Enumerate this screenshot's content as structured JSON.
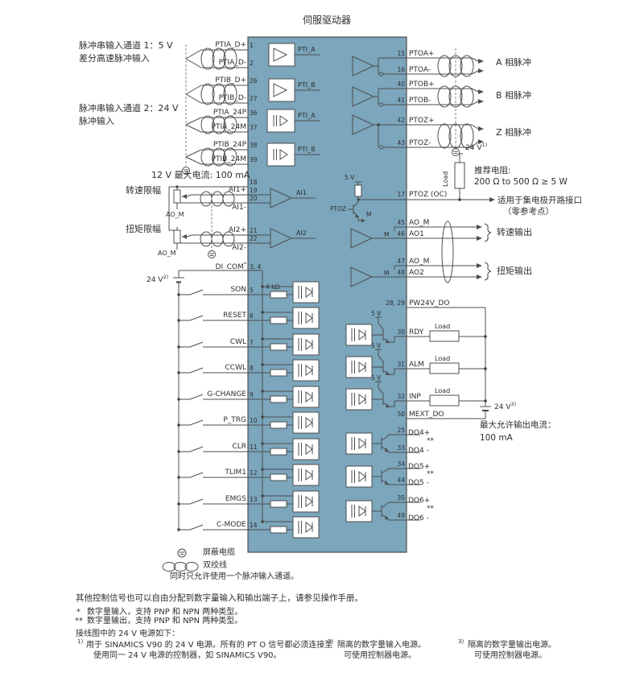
{
  "title": "伺服驱动器",
  "colors": {
    "block": "#7ba6bc",
    "line": "#4e4e4e"
  },
  "misc": {
    "v5": "5 V",
    "load": "Load",
    "m": "M",
    "double_star": "**",
    "res4k": "4 kΩ",
    "pin18": "18"
  },
  "left": {
    "ch1a": "脉冲串输入通道 1：5 V",
    "ch1b": "差分高速脉冲输入",
    "ch2a": "脉冲串输入通道 2：24 V",
    "ch2b": "脉冲输入",
    "i12v": "12 V 最大电流: 100 mA",
    "speed": "转速限幅",
    "torque": "扭矩限幅",
    "aom": "AO_M",
    "v24": "24 V",
    "v24sup": "2)"
  },
  "pulse_in": [
    {
      "label": "PTIA_D+",
      "pin": "1"
    },
    {
      "label": "PTIA_D-",
      "pin": "2"
    },
    {
      "label": "PTIB_D+",
      "pin": "26"
    },
    {
      "label": "PTIB_D-",
      "pin": "27"
    },
    {
      "label": "PTIA_24P",
      "pin": "36"
    },
    {
      "label": "PTIA_24M",
      "pin": "37"
    },
    {
      "label": "PTIB_24P",
      "pin": "38"
    },
    {
      "label": "PTIB_24M",
      "pin": "39"
    }
  ],
  "amps": {
    "pti_a": "PTI_A",
    "pti_b": "PTI_B",
    "ai1": "AI1",
    "ai2": "AI2"
  },
  "ai": [
    {
      "label": "AI1+",
      "pin": "19"
    },
    {
      "label": "AI1-",
      "pin": "20"
    },
    {
      "label": "AI2+",
      "pin": "21"
    },
    {
      "label": "AI2-",
      "pin": "22"
    }
  ],
  "di": {
    "com": "DI_COM",
    "com_sup": "*",
    "com_pins": "3, 4",
    "rows": [
      {
        "label": "SON",
        "pin": "5"
      },
      {
        "label": "RESET",
        "pin": "6"
      },
      {
        "label": "CWL",
        "pin": "7"
      },
      {
        "label": "CCWL",
        "pin": "8"
      },
      {
        "label": "G-CHANGE",
        "pin": "9"
      },
      {
        "label": "P_TRG",
        "pin": "10"
      },
      {
        "label": "CLR",
        "pin": "11"
      },
      {
        "label": "TLIM1",
        "pin": "12"
      },
      {
        "label": "EMGS",
        "pin": "13"
      },
      {
        "label": "C-MODE",
        "pin": "14"
      }
    ]
  },
  "pto": [
    {
      "label": "PTOA+",
      "pin": "15"
    },
    {
      "label": "PTOA-",
      "pin": "16"
    },
    {
      "label": "PTOB+",
      "pin": "40"
    },
    {
      "label": "PTOB-",
      "pin": "41"
    },
    {
      "label": "PTOZ+",
      "pin": "42"
    },
    {
      "label": "PTOZ-",
      "pin": "43"
    }
  ],
  "phase": {
    "a": "A 相脉冲",
    "b": "B 相脉冲",
    "z": "Z 相脉冲"
  },
  "ptoz": {
    "v24": "24 V",
    "v24sup": "1)",
    "rec1": "推荐电阻:",
    "rec2": "200 Ω to 500 Ω ≥ 5 W",
    "pin": "17",
    "label": "PTOZ (OC)",
    "note1": "适用于集电极开路接口",
    "note2": "（零参考点）",
    "inner": "PTOZ"
  },
  "ao": {
    "rows": [
      {
        "pin": "45",
        "label": "AO_M"
      },
      {
        "pin": "46",
        "label": "AO1"
      },
      {
        "pin": "47",
        "label": "AO_M"
      },
      {
        "pin": "48",
        "label": "AO2"
      }
    ],
    "speed_out": "转速输出",
    "torque_out": "扭矩输出"
  },
  "dout": {
    "pw_pins": "28, 29",
    "pw": "PW24V_DO",
    "rows": [
      {
        "pin": "30",
        "label": "RDY"
      },
      {
        "pin": "31",
        "label": "ALM"
      },
      {
        "pin": "32",
        "label": "INP"
      }
    ],
    "mext_pin": "50",
    "mext": "MEXT_DO",
    "v24": "24 V",
    "v24sup": "3)",
    "max1": "最大允许输出电流：",
    "max2": "100 mA",
    "pairs": [
      {
        "ppin": "25",
        "plus": "DO4+",
        "mpin": "33",
        "minus": "DO4 -"
      },
      {
        "ppin": "34",
        "plus": "DO5+",
        "mpin": "44",
        "minus": "DO5 -"
      },
      {
        "ppin": "35",
        "plus": "DO6+",
        "mpin": "49",
        "minus": "DO6 -"
      }
    ]
  },
  "legend": {
    "shield": "屏蔽电缆",
    "twist": "双绞线",
    "note": "同时只允许使用一个脉冲输入通道。"
  },
  "footer": {
    "line1": "其他控制信号也可以自由分配到数字量输入和输出端子上，请参见操作手册。",
    "star1_sym": "*",
    "star1": "数字量输入，支持 PNP 和 NPN 两种类型。",
    "star2_sym": "**",
    "star2": "数字量输出，支持 PNP 和 NPN 两种类型。",
    "supply_head": "接线图中的 24 V 电源如下：",
    "fn1_sup": "1)",
    "fn1a": "用于 SINAMICS V90 的 24 V 电源。所有的 PT O 信号都必须连接至",
    "fn1b": "使用同一 24 V 电源的控制器，如 SINAMICS V90。",
    "fn2_sup": "2)",
    "fn2a": "隔离的数字量输入电源。",
    "fn2b": "可使用控制器电源。",
    "fn3_sup": "3)",
    "fn3a": "隔离的数字量输出电源。",
    "fn3b": "可使用控制器电源。"
  }
}
